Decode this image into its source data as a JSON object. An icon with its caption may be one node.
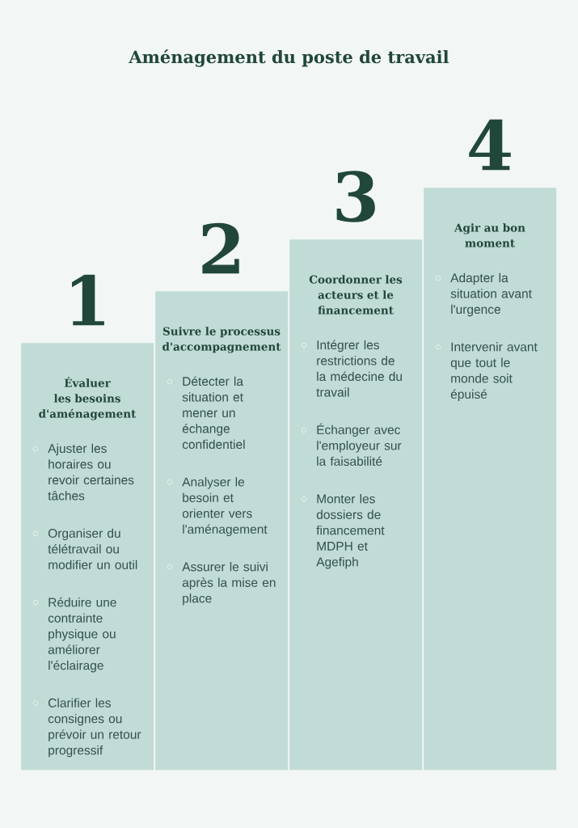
{
  "diagram": {
    "title": "Aménagement du poste de travail",
    "nodes": [
      {
        "text": [
          "Évaluer les besoins d'aménagement",
          "Ajuster les horaires ou revoir certaines tâches",
          "Organiser du télétravail ou modifier un outil",
          "Réduire une contrainte physique ou améliorer l'éclairage",
          "Clarifier les consignes ou prévoir un retour progressif"
        ],
        "beside": [
          "1"
        ]
      },
      {
        "text": [
          "Suivre le processus d'accompagnement",
          "Détecter la situation et mener un échange confidentiel",
          "Analyser le besoin et orienter vers l'aménagement",
          "Assurer le suivi après la mise en place"
        ],
        "beside": [
          "2"
        ]
      },
      {
        "text": [
          "Coordonner les acteurs et le financement",
          "Intégrer les restrictions de la médecine du travail",
          "Échanger avec l'employeur sur la faisabilité",
          "Monter les dossiers de financement MDPH et Agefiph"
        ],
        "beside": [
          "3"
        ]
      },
      {
        "text": [
          "Agir au bon moment",
          "Adapter la situation avant l'urgence",
          "Intervenir avant que tout le monde soit épuisé"
        ],
        "beside": [
          "4"
        ]
      }
    ]
  }
}
